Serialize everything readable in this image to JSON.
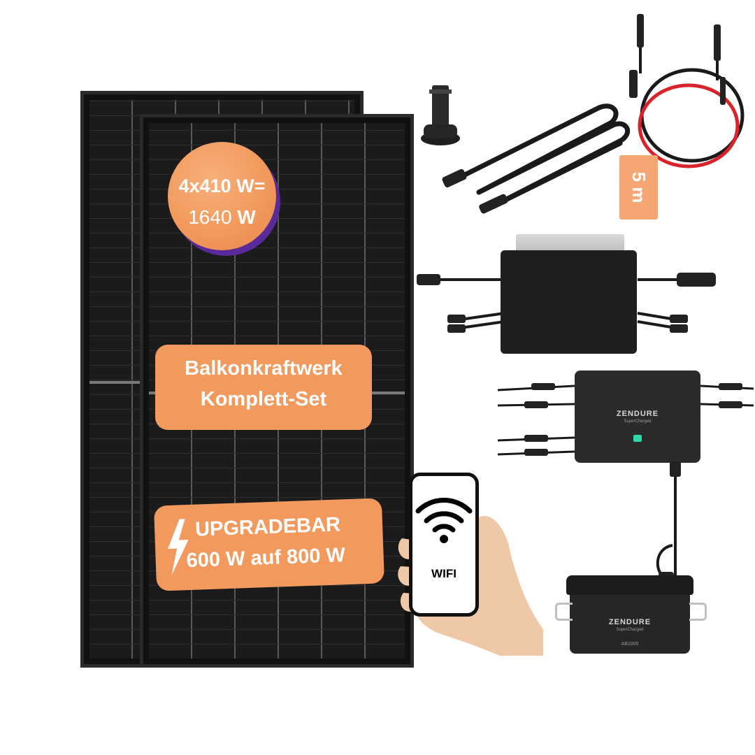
{
  "badges": {
    "power_line1": "4x410 W=",
    "power_line2_value": "1640",
    "power_line2_unit": "W",
    "set_line1": "Balkonkraftwerk",
    "set_line2": "Komplett-Set",
    "upgrade_line1": "UPGRADEBAR",
    "upgrade_line2": "600 W auf 800 W"
  },
  "phone": {
    "label": "WIFI",
    "icon": "wifi-icon"
  },
  "cable_tag": {
    "label": "5 m"
  },
  "hub": {
    "brand": "ZENDURE",
    "subtitle": "SuperCharged"
  },
  "battery": {
    "brand": "ZENDURE",
    "subtitle": "SuperCharged",
    "model": "AB1000"
  },
  "colors": {
    "badge_orange": "#f29a5e",
    "badge_shadow": "#5b2a9a",
    "tag_orange": "#f6a673",
    "cable_red": "#d9232a"
  }
}
